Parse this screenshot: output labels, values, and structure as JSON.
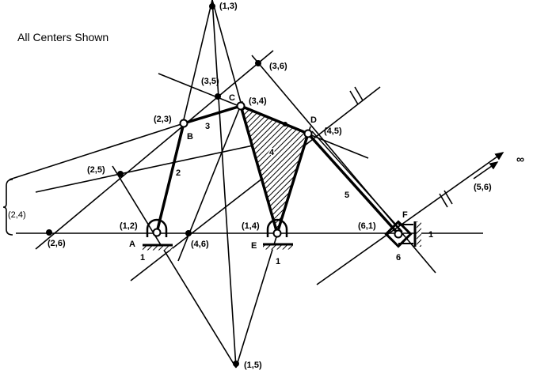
{
  "title": "All Centers Shown",
  "centers": [
    "(1,3)",
    "(3,6)",
    "(3,5)",
    "(3,4)",
    "(2,3)",
    "(4,5)",
    "(2,5)",
    "(2,4)",
    "(2,6)",
    "(1,2)",
    "(4,6)",
    "(1,4)",
    "(6,1)",
    "(5,6)",
    "(1,5)"
  ],
  "joints": [
    "A",
    "B",
    "C",
    "D",
    "E",
    "F"
  ],
  "links": [
    "1",
    "2",
    "3",
    "4",
    "5",
    "6",
    "1",
    "1"
  ],
  "infinity": "∞"
}
